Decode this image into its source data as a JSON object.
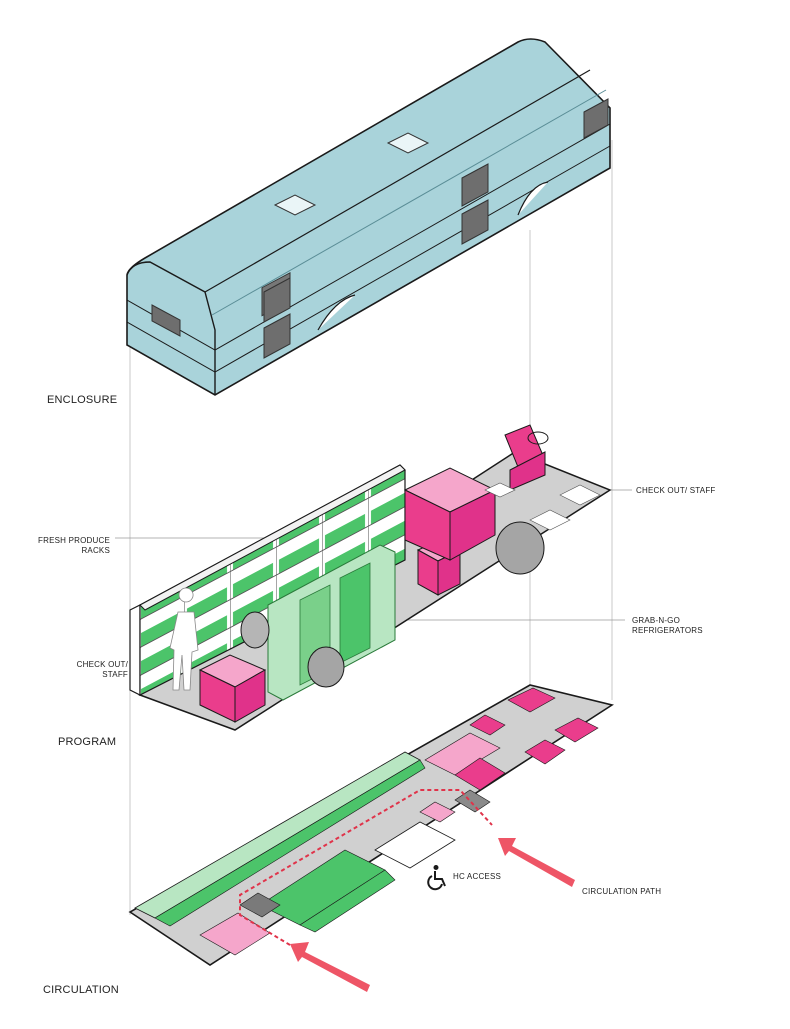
{
  "sections": {
    "enclosure": "ENCLOSURE",
    "program": "PROGRAM",
    "circulation": "CIRCULATION"
  },
  "callouts": {
    "checkout_staff_top": "CHECK OUT/ STAFF",
    "fresh_produce_line1": "FRESH PRODUCE",
    "fresh_produce_line2": "RACKS",
    "grab_n_go_line1": "GRAB-N-GO",
    "grab_n_go_line2": "REFRIGERATORS",
    "checkout_staff_left_line1": "CHECK OUT/",
    "checkout_staff_left_line2": "STAFF",
    "hc_access": "HC ACCESS",
    "circulation_path": "CIRCULATION PATH"
  },
  "icons": {
    "accessibility": "wheelchair-icon",
    "arrows": "arrow-icon"
  },
  "colors": {
    "enclosure_fill": "#a9d3da",
    "produce_green": "#4cc46a",
    "light_green": "#b8e6c2",
    "accent_pink": "#ea3d8c",
    "light_pink": "#f5a6cb",
    "floor_gray": "#d0d0d0",
    "arrow_red": "#ee5566",
    "path_red": "#e0334a"
  }
}
